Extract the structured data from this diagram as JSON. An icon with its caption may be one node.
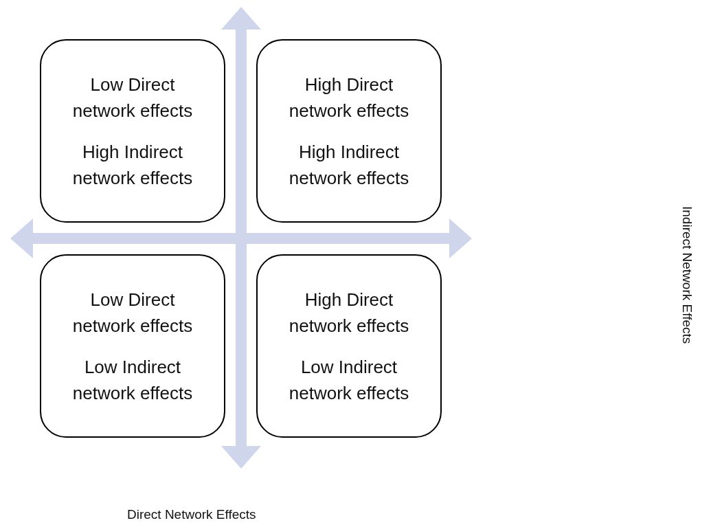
{
  "diagram": {
    "nodes": [
      {
        "text": [
          "Low Direct network effects",
          "High Indirect network effects"
        ]
      },
      {
        "text": [
          "High Direct network effects",
          "High Indirect network effects"
        ]
      },
      {
        "text": [
          "Low Direct network effects",
          "Low Indirect network effects"
        ]
      },
      {
        "text": [
          "High Direct network effects",
          "Low Indirect network effects"
        ]
      }
    ],
    "edges": [],
    "labels": [
      "Direct Network Effects",
      "Indirect Network Effects"
    ]
  }
}
